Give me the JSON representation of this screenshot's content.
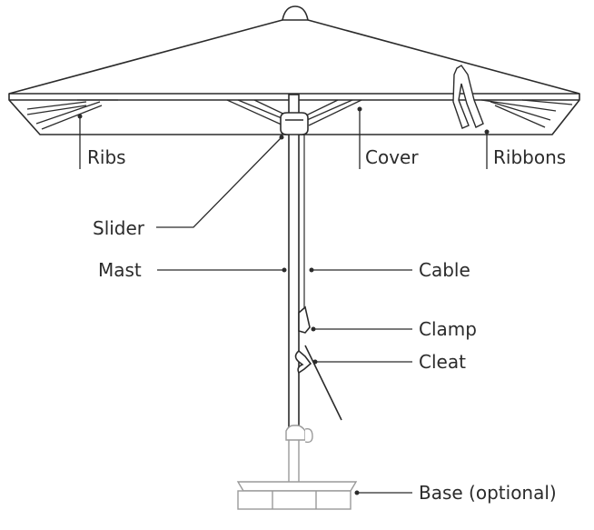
{
  "labels": {
    "ribs": "Ribs",
    "cover": "Cover",
    "ribbons": "Ribbons",
    "slider": "Slider",
    "mast": "Mast",
    "cable": "Cable",
    "clamp": "Clamp",
    "cleat": "Cleat",
    "base": "Base (optional)"
  },
  "colors": {
    "line": "#2b2b2b",
    "base_line": "#9a9a9a"
  }
}
